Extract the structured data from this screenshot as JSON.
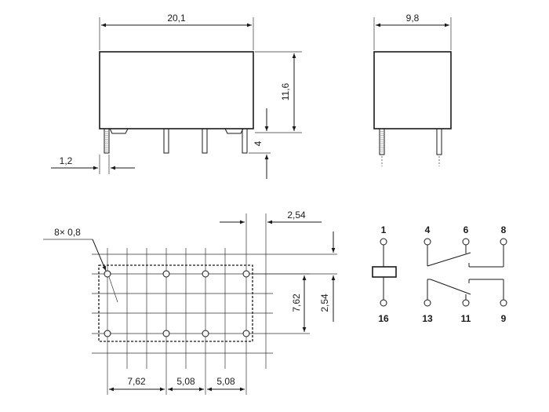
{
  "dimensions": {
    "length": "20,1",
    "width": "9,8",
    "height": "11,6",
    "pin_length": "4",
    "pin_offset": "1,2",
    "grid_pitch_top": "2,54",
    "holes": "8× 0,8",
    "row_spacing": "7,62",
    "grid_pitch_side": "2,54",
    "pitch_a": "7,62",
    "pitch_b": "5,08",
    "pitch_c": "5,08"
  },
  "schematic": {
    "pins_top": [
      "1",
      "4",
      "6",
      "8"
    ],
    "pins_bottom": [
      "16",
      "13",
      "11",
      "9"
    ]
  }
}
